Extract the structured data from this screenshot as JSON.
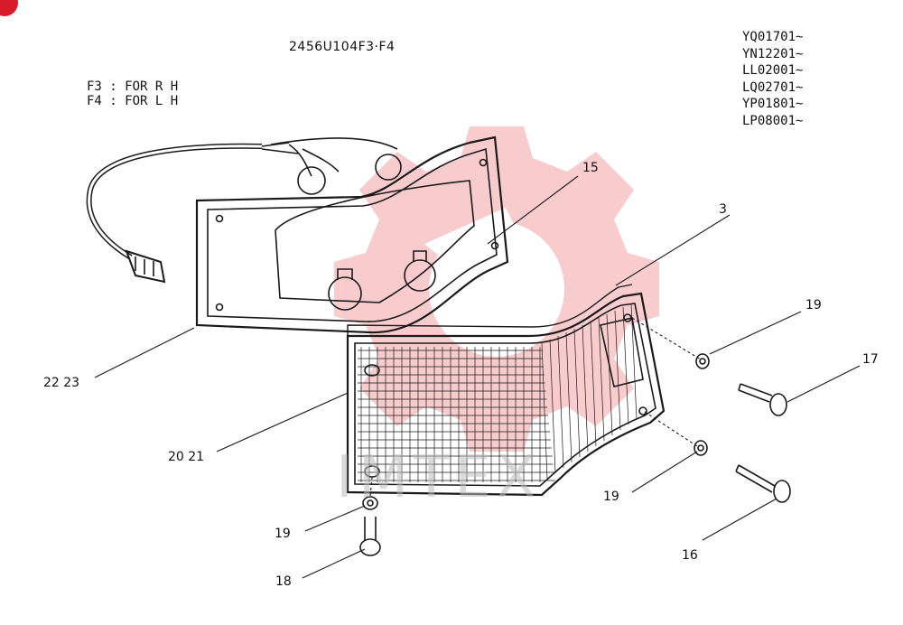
{
  "diagram": {
    "title": "2456U104F3·F4",
    "notes": [
      "F3 : FOR R H",
      "F4 : FOR L H"
    ],
    "serials": [
      "YQ01701∼",
      "YN12201∼",
      "LL02001∼",
      "LQ02701∼",
      "YP01801∼",
      "LP08001∼"
    ],
    "callouts": {
      "c15": "15",
      "c3": "3",
      "c19a": "19",
      "c17": "17",
      "c2223": "22 23",
      "c2021": "20 21",
      "c19b": "19",
      "c19c": "19",
      "c16": "16",
      "c18": "18"
    },
    "watermark": "IMTEX"
  },
  "colors": {
    "line": "#1a1a1a",
    "watermark_red": "#e8474f",
    "badge_red": "#d81b2a"
  }
}
